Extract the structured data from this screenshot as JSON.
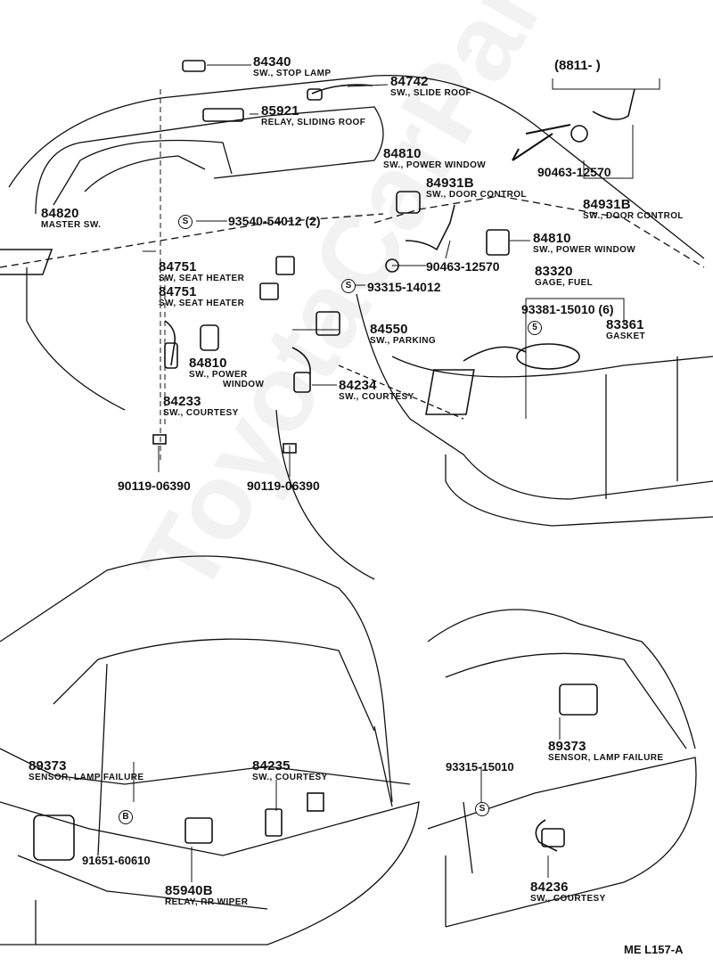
{
  "diagram": {
    "reference_code": "ME L157-A",
    "date_range_label": "(8811-        )",
    "watermark": "ToyotaCarPartsRu",
    "symbols": {
      "s": "S",
      "b": "B",
      "five": "5"
    },
    "parts": [
      {
        "id": "p84340",
        "number": "84340",
        "name": "SW., STOP LAMP"
      },
      {
        "id": "p84742",
        "number": "84742",
        "name": "SW., SLIDE ROOF"
      },
      {
        "id": "p85921",
        "number": "85921",
        "name": "RELAY, SLIDING ROOF"
      },
      {
        "id": "p84810a",
        "number": "84810",
        "name": "SW., POWER WINDOW"
      },
      {
        "id": "p84931Ba",
        "number": "84931B",
        "name": "SW., DOOR CONTROL"
      },
      {
        "id": "p90463a",
        "number": "90463-12570",
        "name": ""
      },
      {
        "id": "p84931Bb",
        "number": "84931B",
        "name": "SW., DOOR CONTROL"
      },
      {
        "id": "p84820",
        "number": "84820",
        "name": "MASTER SW."
      },
      {
        "id": "p93540",
        "number": "93540-54012 (2)",
        "name": ""
      },
      {
        "id": "p84810b",
        "number": "84810",
        "name": "SW., POWER WINDOW"
      },
      {
        "id": "p90463b",
        "number": "90463-12570",
        "name": ""
      },
      {
        "id": "p83320",
        "number": "83320",
        "name": "GAGE, FUEL"
      },
      {
        "id": "p84751a",
        "number": "84751",
        "name": "SW, SEAT HEATER"
      },
      {
        "id": "p84751b",
        "number": "84751",
        "name": "SW, SEAT HEATER"
      },
      {
        "id": "p93315a",
        "number": "93315-14012",
        "name": ""
      },
      {
        "id": "p93381",
        "number": "93381-15010 (6)",
        "name": ""
      },
      {
        "id": "p83361",
        "number": "83361",
        "name": "GASKET"
      },
      {
        "id": "p84550",
        "number": "84550",
        "name": "SW., PARKING"
      },
      {
        "id": "p84810c",
        "number": "84810",
        "name": "SW., POWER",
        "name2": "WINDOW"
      },
      {
        "id": "p84234",
        "number": "84234",
        "name": "SW., COURTESY"
      },
      {
        "id": "p84233",
        "number": "84233",
        "name": "SW., COURTESY"
      },
      {
        "id": "p90119a",
        "number": "90119-06390",
        "name": ""
      },
      {
        "id": "p90119b",
        "number": "90119-06390",
        "name": ""
      },
      {
        "id": "p89373a",
        "number": "89373",
        "name": "SENSOR, LAMP FAILURE"
      },
      {
        "id": "p84235",
        "number": "84235",
        "name": "SW., COURTESY"
      },
      {
        "id": "p91651",
        "number": "91651-60610",
        "name": ""
      },
      {
        "id": "p85940B",
        "number": "85940B",
        "name": "RELAY, RR WIPER"
      },
      {
        "id": "p89373b",
        "number": "89373",
        "name": "SENSOR, LAMP FAILURE"
      },
      {
        "id": "p93315b",
        "number": "93315-15010",
        "name": ""
      },
      {
        "id": "p84236",
        "number": "84236",
        "name": "SW., COURTESY"
      }
    ]
  }
}
